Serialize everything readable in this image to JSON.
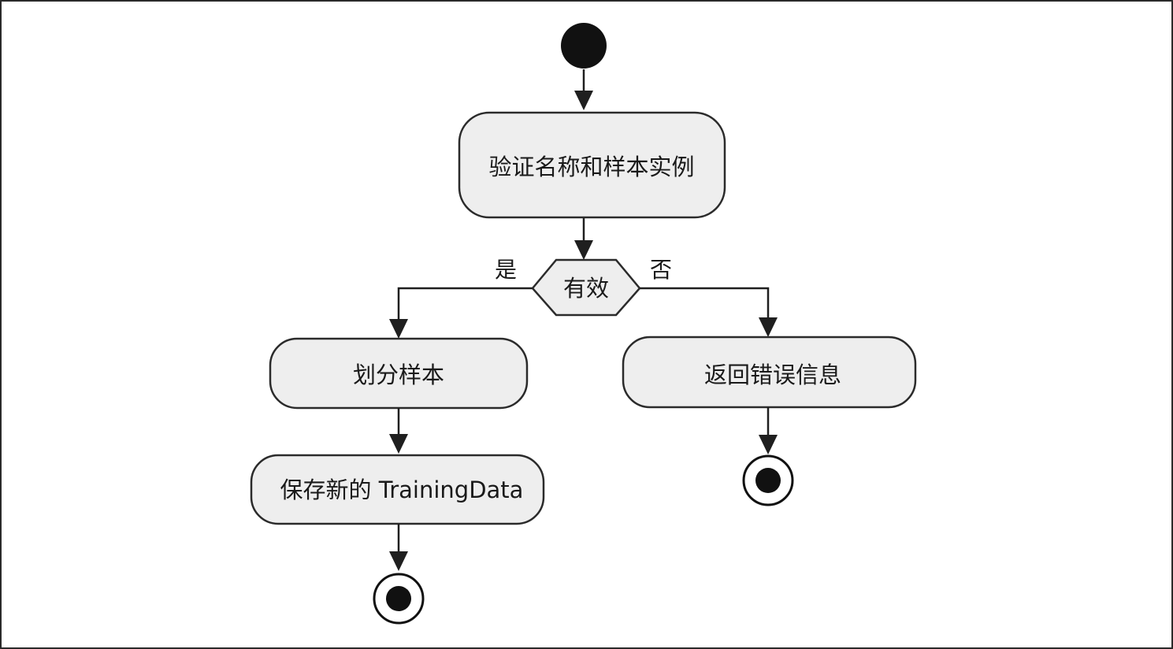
{
  "diagram": {
    "type": "uml-activity",
    "nodes": {
      "validate": {
        "label": "验证名称和样本实例"
      },
      "decision": {
        "label": "有效"
      },
      "split": {
        "label": "划分样本"
      },
      "save": {
        "label": "保存新的 TrainingData"
      },
      "error": {
        "label": "返回错误信息"
      }
    },
    "branches": {
      "yes": "是",
      "no": "否"
    },
    "edges": [
      {
        "from": "start",
        "to": "validate"
      },
      {
        "from": "validate",
        "to": "decision"
      },
      {
        "from": "decision",
        "to": "split",
        "label": "是"
      },
      {
        "from": "decision",
        "to": "error",
        "label": "否"
      },
      {
        "from": "split",
        "to": "save"
      },
      {
        "from": "save",
        "to": "end-left"
      },
      {
        "from": "error",
        "to": "end-right"
      }
    ]
  }
}
